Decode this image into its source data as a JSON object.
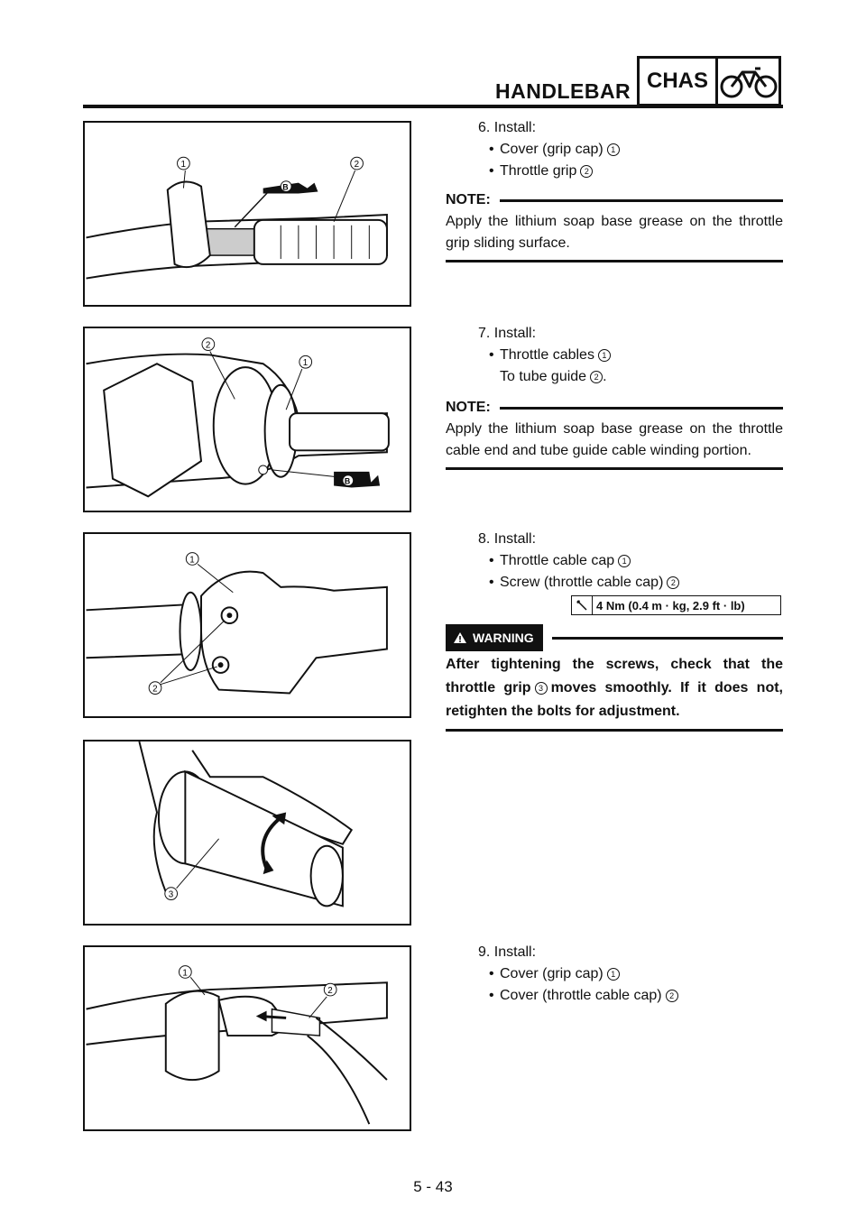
{
  "header": {
    "title": "HANDLEBAR",
    "section": "CHAS"
  },
  "steps": [
    {
      "number": "6. Install:",
      "items": [
        {
          "text": "Cover (grip cap)",
          "ref": "1"
        },
        {
          "text": "Throttle grip",
          "ref": "2"
        }
      ]
    },
    {
      "number": "7. Install:",
      "items": [
        {
          "text": "Throttle cables",
          "ref": "1"
        }
      ],
      "sub": {
        "text": "To tube guide",
        "ref": "2",
        "suffix": "."
      }
    },
    {
      "number": "8. Install:",
      "items": [
        {
          "text": "Throttle cable cap",
          "ref": "1"
        },
        {
          "text": "Screw (throttle cable cap)",
          "ref": "2"
        }
      ]
    },
    {
      "number": "9. Install:",
      "items": [
        {
          "text": "Cover (grip cap)",
          "ref": "1"
        },
        {
          "text": "Cover (throttle cable cap)",
          "ref": "2"
        }
      ]
    }
  ],
  "notes": [
    {
      "label": "NOTE:",
      "body": "Apply the lithium soap base grease on the throttle grip sliding surface."
    },
    {
      "label": "NOTE:",
      "body": "Apply the lithium soap base grease on the throttle cable end and tube guide cable winding portion."
    }
  ],
  "torque": {
    "text": "4 Nm (0.4 m · kg, 2.9 ft · lb)"
  },
  "warning": {
    "label": "WARNING",
    "body_pre": "After tightening the screws, check that the throttle grip",
    "ref": "3",
    "body_post": "moves smoothly. If it does not, retighten the bolts for adjustment."
  },
  "figures": {
    "fig1": {
      "callouts": [
        "1",
        "2"
      ],
      "grease_mark": "B"
    },
    "fig2": {
      "callouts": [
        "2",
        "1"
      ],
      "grease_mark": "B"
    },
    "fig3": {
      "callouts": [
        "1",
        "2"
      ]
    },
    "fig4": {
      "callouts": [
        "3"
      ]
    },
    "fig5": {
      "callouts": [
        "1",
        "2"
      ]
    }
  },
  "page_number": "5 - 43"
}
